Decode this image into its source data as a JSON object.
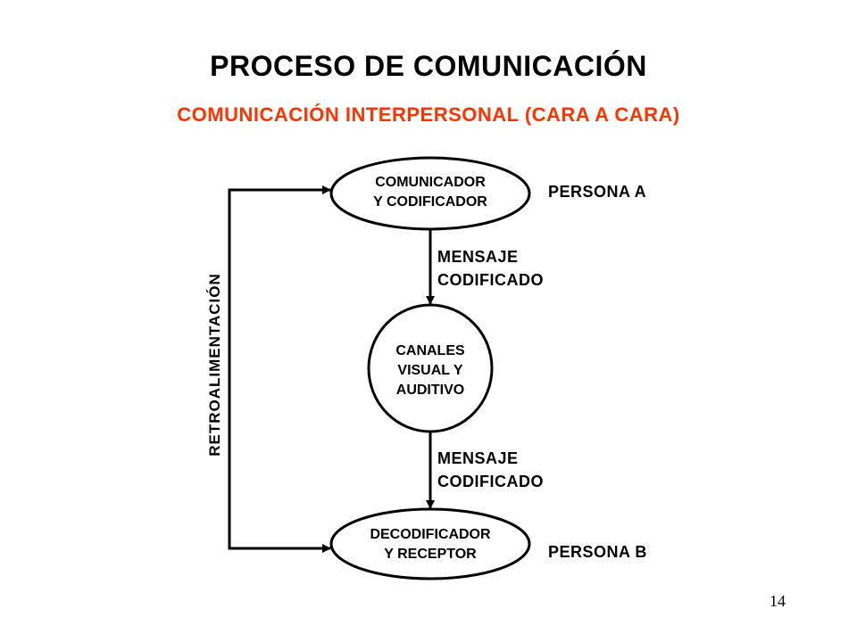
{
  "title": "PROCESO DE COMUNICACIÓN",
  "subtitle": "COMUNICACIÓN INTERPERSONAL (CARA A CARA)",
  "nodes": {
    "sender": {
      "line1": "COMUNICADOR",
      "line2": "Y CODIFICADOR"
    },
    "channel": {
      "line1": "CANALES",
      "line2": "VISUAL Y",
      "line3": "AUDITIVO"
    },
    "receiver": {
      "line1": "DECODIFICADOR",
      "line2": "Y RECEPTOR"
    }
  },
  "labels": {
    "person_a": "PERSONA A",
    "person_b": "PERSONA B",
    "message_1": {
      "line1": "MENSAJE",
      "line2": "CODIFICADO"
    },
    "message_2": {
      "line1": "MENSAJE",
      "line2": "CODIFICADO"
    },
    "feedback": "RETROALIMENTACIÓN"
  },
  "page_number": "14",
  "colors": {
    "subtitle": "#ff3300",
    "lines": "#000000"
  }
}
